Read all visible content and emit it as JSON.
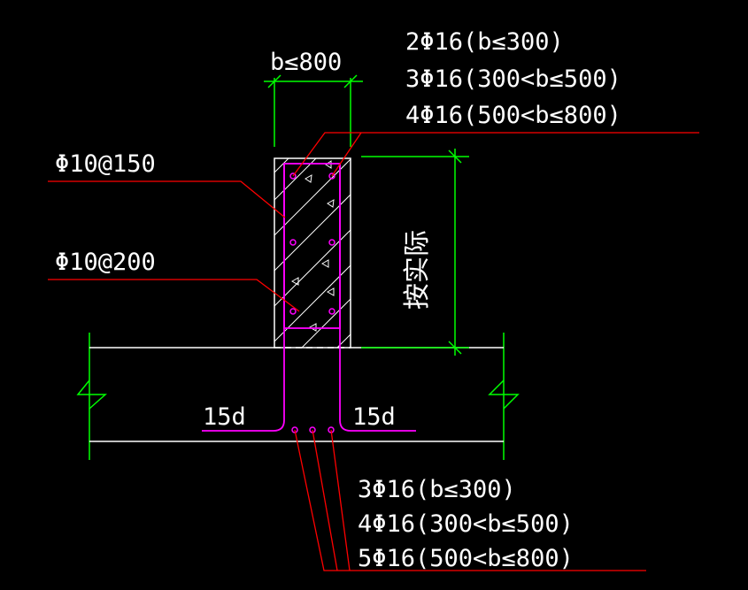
{
  "labels": {
    "width_dim": "b≤800",
    "top_bars_1": "2Φ16(b≤300)",
    "top_bars_2": "3Φ16(300<b≤500)",
    "top_bars_3": "4Φ16(500<b≤800)",
    "stirrup_1": "Φ10@150",
    "stirrup_2": "Φ10@200",
    "height_dim": "按实际",
    "anchor_left": "15d",
    "anchor_right": "15d",
    "bottom_bars_1": "3Φ16(b≤300)",
    "bottom_bars_2": "4Φ16(300<b≤500)",
    "bottom_bars_3": "5Φ16(500<b≤800)"
  },
  "colors": {
    "background": "#000000",
    "dimension": "#00ff00",
    "leader": "#ff0000",
    "rebar": "#ff00ff",
    "outline": "#ffffff"
  }
}
